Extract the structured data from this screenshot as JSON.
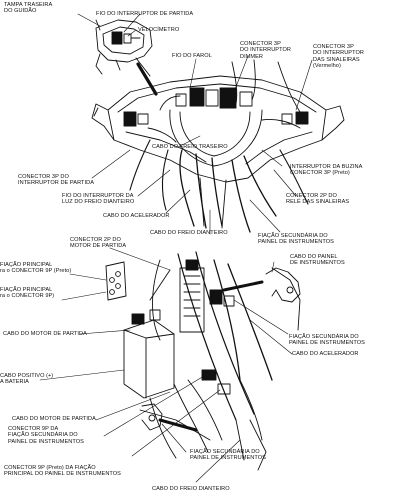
{
  "labels": {
    "tampa_traseira": [
      "TAMPA TRASEIRA",
      "DO GUIDÃO"
    ],
    "fio_interruptor_partida": "FIO DO INTERRUPTOR DE PARTIDA",
    "velocimetro": "VELOCÍMETRO",
    "fio_farol": "FIO DO FAROL",
    "conector_3p_dimmer": [
      "CONECTOR 3P",
      "DO INTERRUPTOR",
      "DIMMER"
    ],
    "conector_3p_sinaleiras": [
      "CONECTOR 3P",
      "DO INTERRUPTOR",
      "DAS SINALEIRAS",
      "(Vermelho)"
    ],
    "cabo_freio_traseiro": "CABO DO FREIO TRASEIRO",
    "conector_3p_partida": [
      "CONECTOR 3P DO",
      "INTERRUPTOR DE PARTIDA"
    ],
    "interruptor_buzina": [
      "INTERRUPTOR DA BUZINA",
      "CONECTOR 3P (Preto)"
    ],
    "fio_freio_dianteiro": [
      "FIO DO INTERRUPTOR DA",
      "LUZ DO FREIO DIANTEIRO"
    ],
    "conector_2p_rele": [
      "CONECTOR 2P DO",
      "RELÉ  DAS SINALEIRAS"
    ],
    "cabo_acelerador_top": "CABO DO ACELERADOR",
    "cabo_freio_dianteiro_top": "CABO DO FREIO DIANTEIRO",
    "fiacao_secundaria_top": [
      "FIAÇÃO SECUNDÁRIA DO",
      "PAINEL DE INSTRUMENTOS"
    ],
    "conector_2p_motor": [
      "CONECTOR 2P DO",
      "MOTOR DE PARTIDA"
    ],
    "fiacao_principal_1": [
      "FIAÇÃO PRINCIPAL",
      "ra o CONECTOR 9P (Preto)"
    ],
    "fiacao_principal_2": [
      "FIAÇÃO PRINCIPAL",
      "ra o CONECTOR 9P)"
    ],
    "cabo_painel": [
      "CABO DO PAINEL",
      "DE INSTRUMENTOS"
    ],
    "cabo_motor_partida_1": "CABO DO MOTOR DE PARTIDA",
    "fiacao_secundaria_mid": [
      "FIAÇÃO SECUNDÁRIA DO",
      "PAINEL DE INSTRUMENTOS"
    ],
    "cabo_acelerador_bottom": "CABO DO ACELERADOR",
    "cabo_positivo": [
      "CABO POSITIVO (+)",
      "A BATERIA"
    ],
    "cabo_motor_partida_2": "CABO DO MOTOR DE PARTIDA",
    "conector_9p_fiacao": [
      "CONECTOR 9P DA",
      "FIAÇÃO SECUNDÁRIA DO",
      "PAINEL DE INSTRUMENTOS"
    ],
    "fiacao_secundaria_bottom": [
      "FIAÇÃO SECUNDÁRIA DO",
      "PAINEL DE INSTRUMENTOS"
    ],
    "conector_9p_preto": [
      "CONECTOR 9P (Preto) DA FIAÇÃO",
      "PRINCIPAL DO PAINEL DE INSTRUMENTOS"
    ],
    "cabo_freio_dianteiro_bottom": "CABO DO FREIO DIANTEIRO"
  }
}
